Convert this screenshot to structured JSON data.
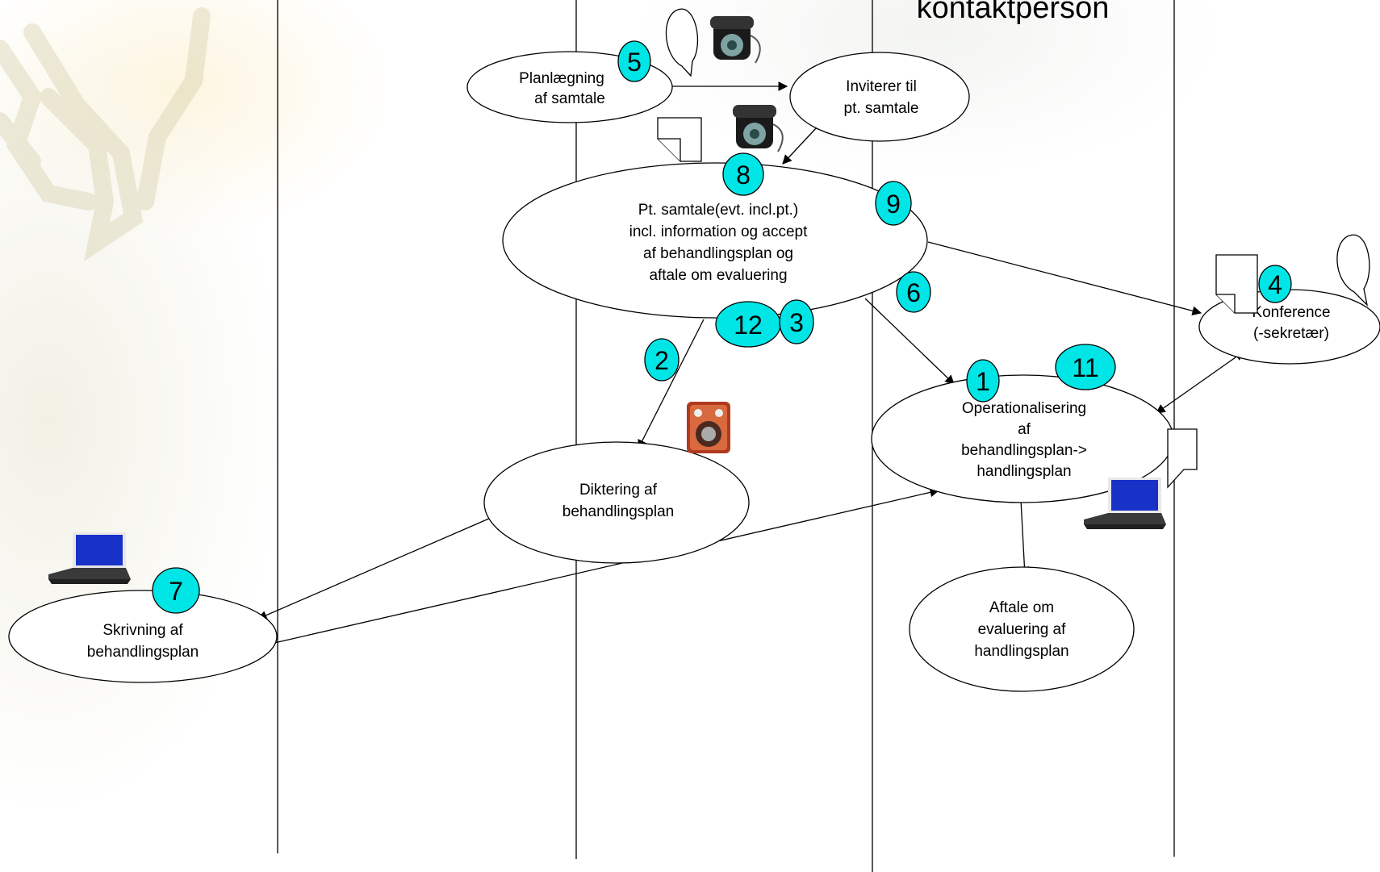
{
  "header": {
    "title": "kontaktperson"
  },
  "nodes": {
    "planlaegning": {
      "lines": [
        "Planlægning",
        "af samtale"
      ]
    },
    "inviterer": {
      "lines": [
        "Inviterer til",
        "pt. samtale"
      ]
    },
    "samtale": {
      "lines": [
        "Pt. samtale(evt. incl.pt.)",
        "incl. information og accept",
        "af behandlingsplan og",
        "aftale om evaluering"
      ]
    },
    "konference": {
      "lines": [
        "Konference",
        "(-sekretær)"
      ]
    },
    "operationalisering": {
      "lines": [
        "Operationalisering",
        "af",
        "behandlingsplan->",
        "handlingsplan"
      ]
    },
    "diktering": {
      "lines": [
        "Diktering af",
        "behandlingsplan"
      ]
    },
    "skrivning": {
      "lines": [
        "Skrivning af",
        "behandlingsplan"
      ]
    },
    "aftale": {
      "lines": [
        "Aftale om",
        "evaluering af",
        "handlingsplan"
      ]
    }
  },
  "badges": {
    "b5": "5",
    "b8": "8",
    "b9": "9",
    "b6": "6",
    "b12": "12",
    "b3": "3",
    "b2": "2",
    "b1": "1",
    "b11": "11",
    "b4": "4",
    "b7": "7"
  },
  "colors": {
    "badge": "#00e5e5",
    "line": "#000000",
    "node_fill": "#ffffff"
  },
  "icons": [
    "telephone-icon",
    "speech-bubble-icon",
    "document-icon",
    "dictaphone-icon",
    "laptop-icon",
    "deer-watermark-icon"
  ]
}
